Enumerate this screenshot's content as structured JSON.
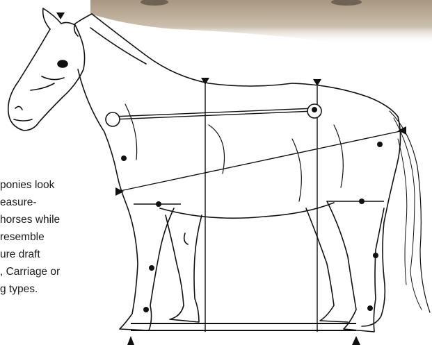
{
  "caption": {
    "lines": [
      "ponies look",
      "easure-",
      "horses while",
      "resemble",
      "ure draft",
      ", Carriage or",
      "g types."
    ]
  },
  "colors": {
    "ink": "#111111",
    "background_photo": "#b5a58e",
    "paper": "#ffffff"
  },
  "icons": [
    "measurement-arrow-marker",
    "measurement-point-dot",
    "hip-joint-marker",
    "shoulder-point-circle"
  ]
}
